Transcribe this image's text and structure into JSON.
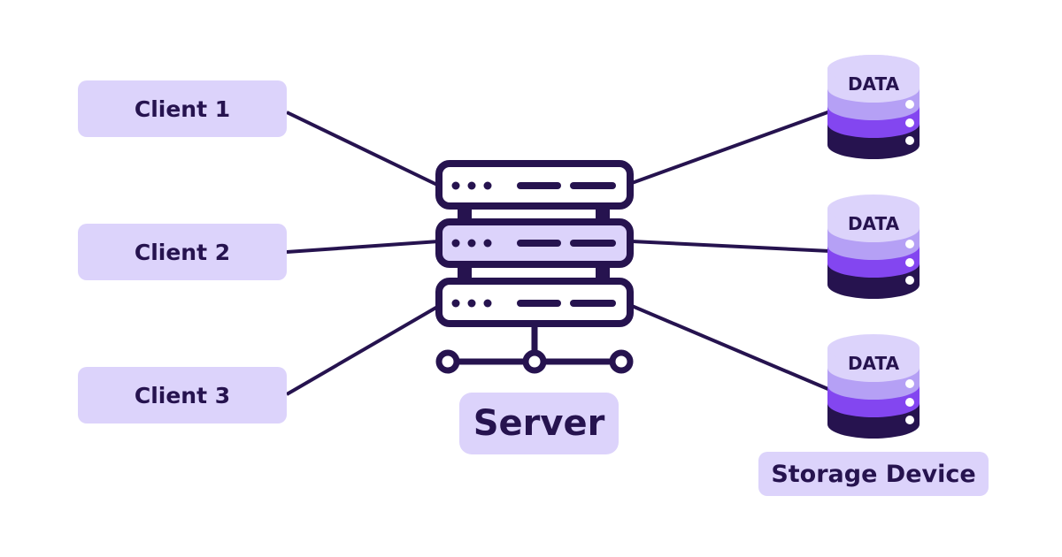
{
  "clients": [
    {
      "label": "Client 1"
    },
    {
      "label": "Client 2"
    },
    {
      "label": "Client 3"
    }
  ],
  "server": {
    "label": "Server",
    "icon": "server-rack-icon"
  },
  "storage": {
    "label": "Storage Device",
    "databases": [
      {
        "label": "DATA",
        "icon": "database-icon"
      },
      {
        "label": "DATA",
        "icon": "database-icon"
      },
      {
        "label": "DATA",
        "icon": "database-icon"
      }
    ]
  },
  "colors": {
    "label_bg": "#dcd3fb",
    "dark": "#26134f",
    "purple": "#8346f0",
    "lavender": "#b5a0f5",
    "light": "#dcd3fb"
  }
}
